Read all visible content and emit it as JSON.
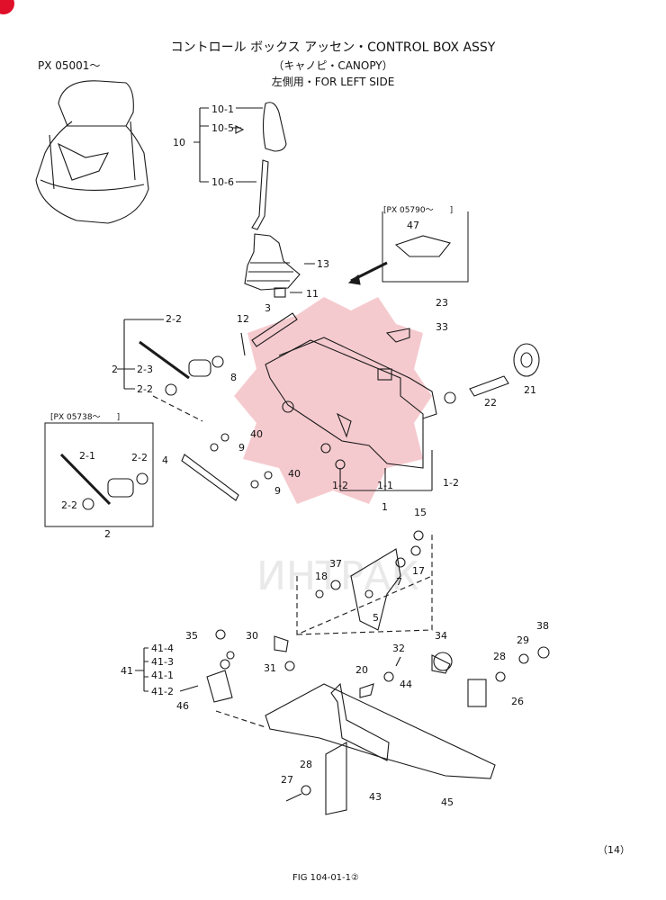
{
  "header": {
    "title_line1": "コントロール ボックス アッセン・CONTROL BOX ASSY",
    "title_line2": "（キャノピ・CANOPY）",
    "title_line3": "左側用・FOR LEFT SIDE",
    "serial_range": "PX 05001～"
  },
  "insets": {
    "upper_right_serial": "[PX 05790～　　]",
    "left_serial": "[PX 05738～　　]",
    "left_group_part": "2"
  },
  "watermark_text": "ИНТРАК",
  "callouts": [
    "10-1",
    "10-5",
    "10",
    "10-6",
    "13",
    "11",
    "47",
    "2-2",
    "12",
    "3",
    "23",
    "33",
    "2",
    "2-3",
    "2-2",
    "8",
    "21",
    "22",
    "40",
    "9",
    "4",
    "40",
    "9",
    "1-2",
    "1-1",
    "1-2",
    "1",
    "2-1",
    "2-2",
    "2-2",
    "15",
    "18",
    "37",
    "7",
    "17",
    "5",
    "35",
    "30",
    "34",
    "32",
    "28",
    "29",
    "38",
    "41-4",
    "41-3",
    "41",
    "41-1",
    "41-2",
    "31",
    "20",
    "44",
    "26",
    "46",
    "27",
    "28",
    "43",
    "45"
  ],
  "footer": {
    "page_number": "（14）",
    "figure_ref": "FIG 104-01-1②"
  },
  "colors": {
    "line": "#1a1a1a",
    "watermark": "#f2b8bd",
    "accent": "#e0102a"
  }
}
